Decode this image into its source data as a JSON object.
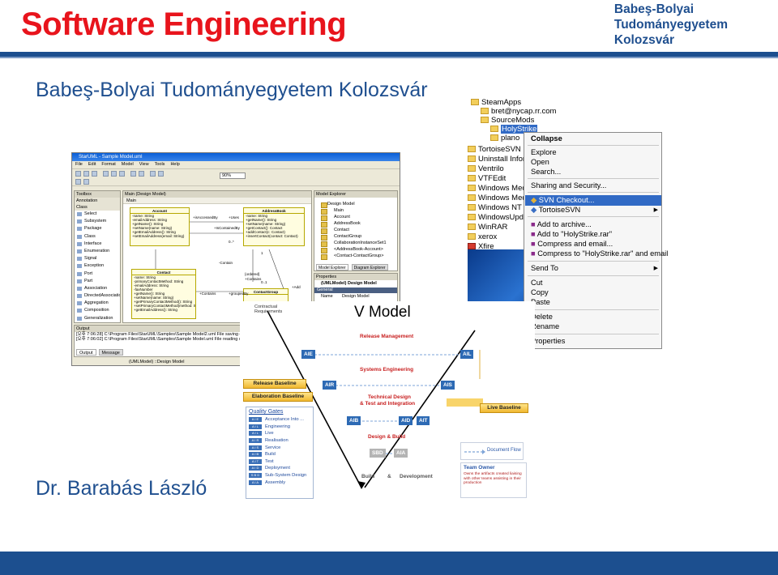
{
  "header": {
    "title": "Software Engineering",
    "uni_line1": "Babeş-Bolyai",
    "uni_line2": "Tudományegyetem",
    "uni_line3": "Kolozsvár"
  },
  "subtitle": "Babeş-Bolyai Tudományegyetem Kolozsvár",
  "author": "Dr. Barabás László",
  "staruml": {
    "window_title": "StarUML - Sample Model.uml",
    "menu": [
      "File",
      "Edit",
      "Format",
      "Model",
      "View",
      "Tools",
      "Help"
    ],
    "zoom": "90%",
    "toolbox_title": "Toolbox",
    "toolbox_section1": "Annotation",
    "toolbox_section2": "Class",
    "toolbox_items": [
      "Select",
      "Subsystem",
      "Package",
      "Class",
      "Interface",
      "Enumeration",
      "Signal",
      "Exception",
      "Port",
      "Part",
      "Association",
      "DirectedAssociation",
      "Aggregation",
      "Composition",
      "Generalization"
    ],
    "diagram_tab": "Main (Design Model)",
    "diagram_sub_tab": "Main",
    "classes": {
      "account": {
        "name": "Account",
        "lines": [
          "-name: String",
          "-emailAddress: String",
          "+getName(): String",
          "+setName(name: String)",
          "+getEmailAddress(): String",
          "+setEmailAddress(email: String)"
        ]
      },
      "addressbook": {
        "name": "AddressBook",
        "lines": [
          "-name: String",
          "+getName(): String",
          "+setName(name: String)",
          "+getContact(): Contact",
          "+addContact(c: Contact)",
          "+insertContact(contact: Contact)"
        ]
      },
      "contact": {
        "name": "Contact",
        "lines": [
          "-name: String",
          "-primaryContactMethod: String",
          "-emailAddress: String",
          "-faxNumber",
          "+getName(): String",
          "+setName(name: String)",
          "+getPrimaryContactMethod(): String",
          "+setPrimaryContactMethod(method: String)",
          "+getEmailAddress(): String"
        ]
      },
      "contactgroup": {
        "name": "ContactGroup"
      }
    },
    "labels": {
      "contain": "-Contain",
      "accessedby": "+isAccessedBy",
      "uses": "+Uses",
      "iscontainedby": "+IsContainedBy",
      "contains": "+Contains",
      "grouped": "+groupedBy",
      "ordered": "{ordered}",
      "contains2": "+Contains",
      "mult1": "0..*",
      "mult2": "1",
      "mult3": "0..1",
      "add": "+Add"
    },
    "model_explorer": {
      "title": "Model Explorer",
      "items": [
        "Design Model",
        "Main",
        "Account",
        "AddressBook",
        "Contact",
        "ContactGroup",
        "CollaborationInstanceSet1",
        "<AddressBook-Account>",
        "<Contact-ContactGroup>"
      ],
      "tab1": "Model Explorer",
      "tab2": "Diagram Explorer"
    },
    "properties": {
      "title": "Properties",
      "heading": "(UMLModel) Design Model",
      "section": "General",
      "name_label": "Name",
      "name_value": "Design Model"
    },
    "output": {
      "title": "Output",
      "lines": [
        "[오후 7:06:28]  C:\\Program Files\\StarUML\\Samples\\Sample Model2.uml File saving complete.",
        "[오후 7:06:02]  C:\\Program Files\\StarUML\\Samples\\Sample Model.uml File reading complete."
      ],
      "tab_output": "Output",
      "tab_message": "Message"
    },
    "status": "(UMLModel) ::Design Model"
  },
  "explorer": {
    "tree": [
      "SteamApps",
      "bret@nycap.rr.com",
      "SourceMods",
      "HolyStrike",
      "plano",
      "TortoiseSVN",
      "Uninstall Infor",
      "Ventrilo",
      "VTFEdit",
      "Windows Medi",
      "Windows Medi",
      "Windows NT",
      "WindowsUpda",
      "WinRAR",
      "xerox",
      "Xfire"
    ],
    "menu": {
      "collapse": "Collapse",
      "explore": "Explore",
      "open": "Open",
      "search": "Search...",
      "sharing": "Sharing and Security...",
      "svn_checkout": "SVN Checkout...",
      "tortoise": "TortoiseSVN",
      "add_archive": "Add to archive...",
      "add_rar": "Add to \"HolyStrike.rar\"",
      "compress_email": "Compress and email...",
      "compress_rar_email": "Compress to \"HolyStrike.rar\" and email",
      "send_to": "Send To",
      "cut": "Cut",
      "copy": "Copy",
      "paste": "Paste",
      "delete": "Delete",
      "rename": "Rename",
      "properties": "Properties"
    }
  },
  "vmodel": {
    "title": "V Model",
    "contractual": "Contractual Requirements",
    "release_mgmt": "Release Management",
    "systems_eng": "Systems Engineering",
    "tech_design": "Technical Design",
    "test_integration": "& Test and Integration",
    "design_build": "Design & Build",
    "build": "Build",
    "amp": "&",
    "development": "Development",
    "release_baseline": "Release Baseline",
    "elaboration_baseline": "Elaboration Baseline",
    "live_baseline": "Live Baseline",
    "boxes": {
      "aie": "AIE",
      "ail": "AIL",
      "air": "AIR",
      "ais": "AIS",
      "aib": "AIB",
      "aid": "AID",
      "ait": "AIT",
      "sbd": "SBD",
      "aia": "AIA"
    },
    "quality_gates": {
      "title": "Quality Gates",
      "rows": [
        {
          "code": "A I E",
          "label": "Acceptance Into ..."
        },
        {
          "code": "A I L",
          "label": "Engineering"
        },
        {
          "code": "A I L",
          "label": "Live"
        },
        {
          "code": "A I R",
          "label": "Realisation"
        },
        {
          "code": "A I S",
          "label": "Service"
        },
        {
          "code": "A I B",
          "label": "Build"
        },
        {
          "code": "A I T",
          "label": "Test"
        },
        {
          "code": "A I D",
          "label": "Deployment"
        },
        {
          "code": "S B D",
          "label": "Sub-System Design"
        },
        {
          "code": "A I A",
          "label": "Assembly"
        }
      ]
    },
    "document_flow": "Document Flow",
    "team_owner": {
      "title": "Team Owner",
      "text": "Owns the artifacts created liaising with other teams assisting in their production"
    }
  }
}
